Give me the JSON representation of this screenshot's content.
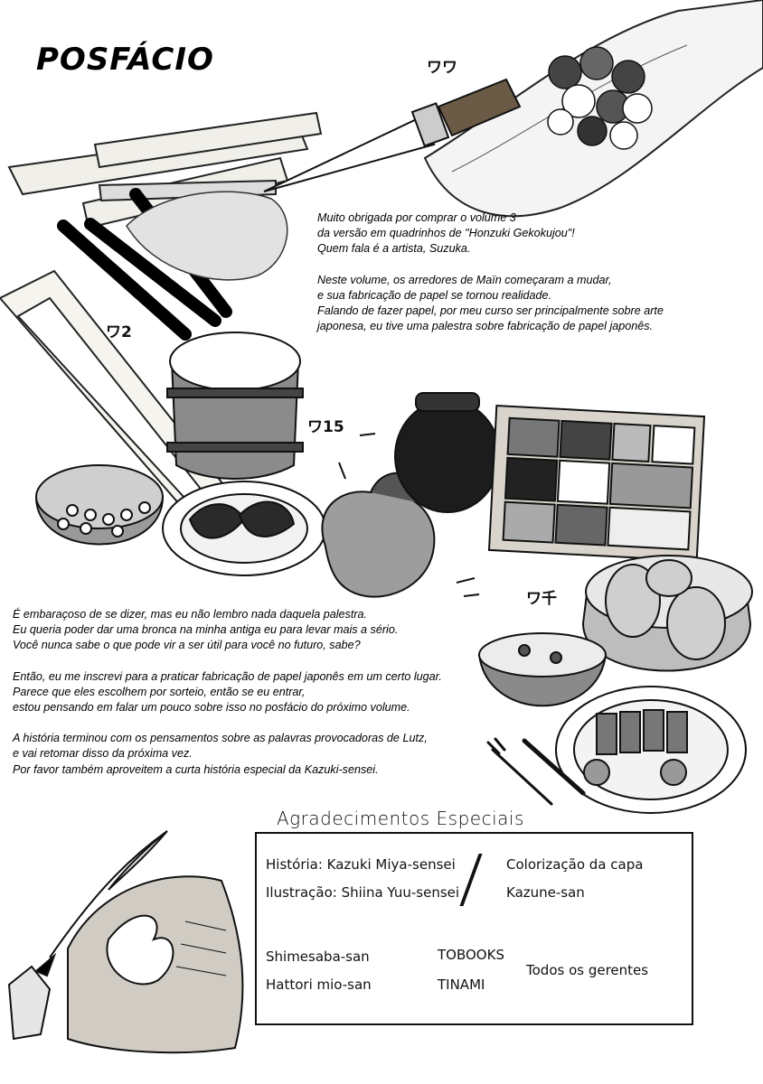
{
  "page": {
    "title": "POSFÁCIO"
  },
  "illustration_labels": [
    "ワワ",
    "ワ2",
    "ワ15",
    "ワ千"
  ],
  "intro": {
    "lines": [
      "Muito obrigada por comprar o volume 3",
      "da versão em quadrinhos de \"Honzuki Gekokujou\"!",
      "Quem fala é a artista, Suzuka.",
      "Neste volume, os arredores de Maïn começaram a mudar,",
      "e sua fabricação de papel se tornou realidade.",
      "Falando de fazer papel, por meu curso ser principalmente sobre arte",
      "japonesa, eu tive uma palestra sobre fabricação de papel japonês."
    ]
  },
  "middle": {
    "lines": [
      "É embaraçoso de se dizer, mas eu não lembro nada daquela palestra.",
      "Eu queria poder dar uma bronca na minha antiga eu para levar mais a sério.",
      "Você nunca sabe o que pode vir a ser útil para você no futuro, sabe?",
      "Então, eu me inscrevi para a praticar fabricação de papel japonês em um certo lugar.",
      "Parece que eles escolhem por sorteio, então se eu entrar,",
      "estou pensando em falar um pouco sobre isso no posfácio do próximo volume.",
      "A história terminou com os pensamentos sobre as palavras provocadoras de Lutz,",
      "e vai retomar disso da próxima vez.",
      "Por favor também aproveitem a curta história especial da Kazuki-sensei."
    ]
  },
  "thanks": {
    "heading": "Agradecimentos Especiais",
    "story": "História: Kazuki Miya-sensei",
    "illustration": "Ilustração: Shiina Yuu-sensei",
    "cover_color_label": "Colorização da capa",
    "cover_color_name": "Kazune-san",
    "name1": "Shimesaba-san",
    "name2": "Hattori mio-san",
    "org1": "TOBOOKS",
    "org2": "TINAMI",
    "managers": "Todos os gerentes"
  }
}
